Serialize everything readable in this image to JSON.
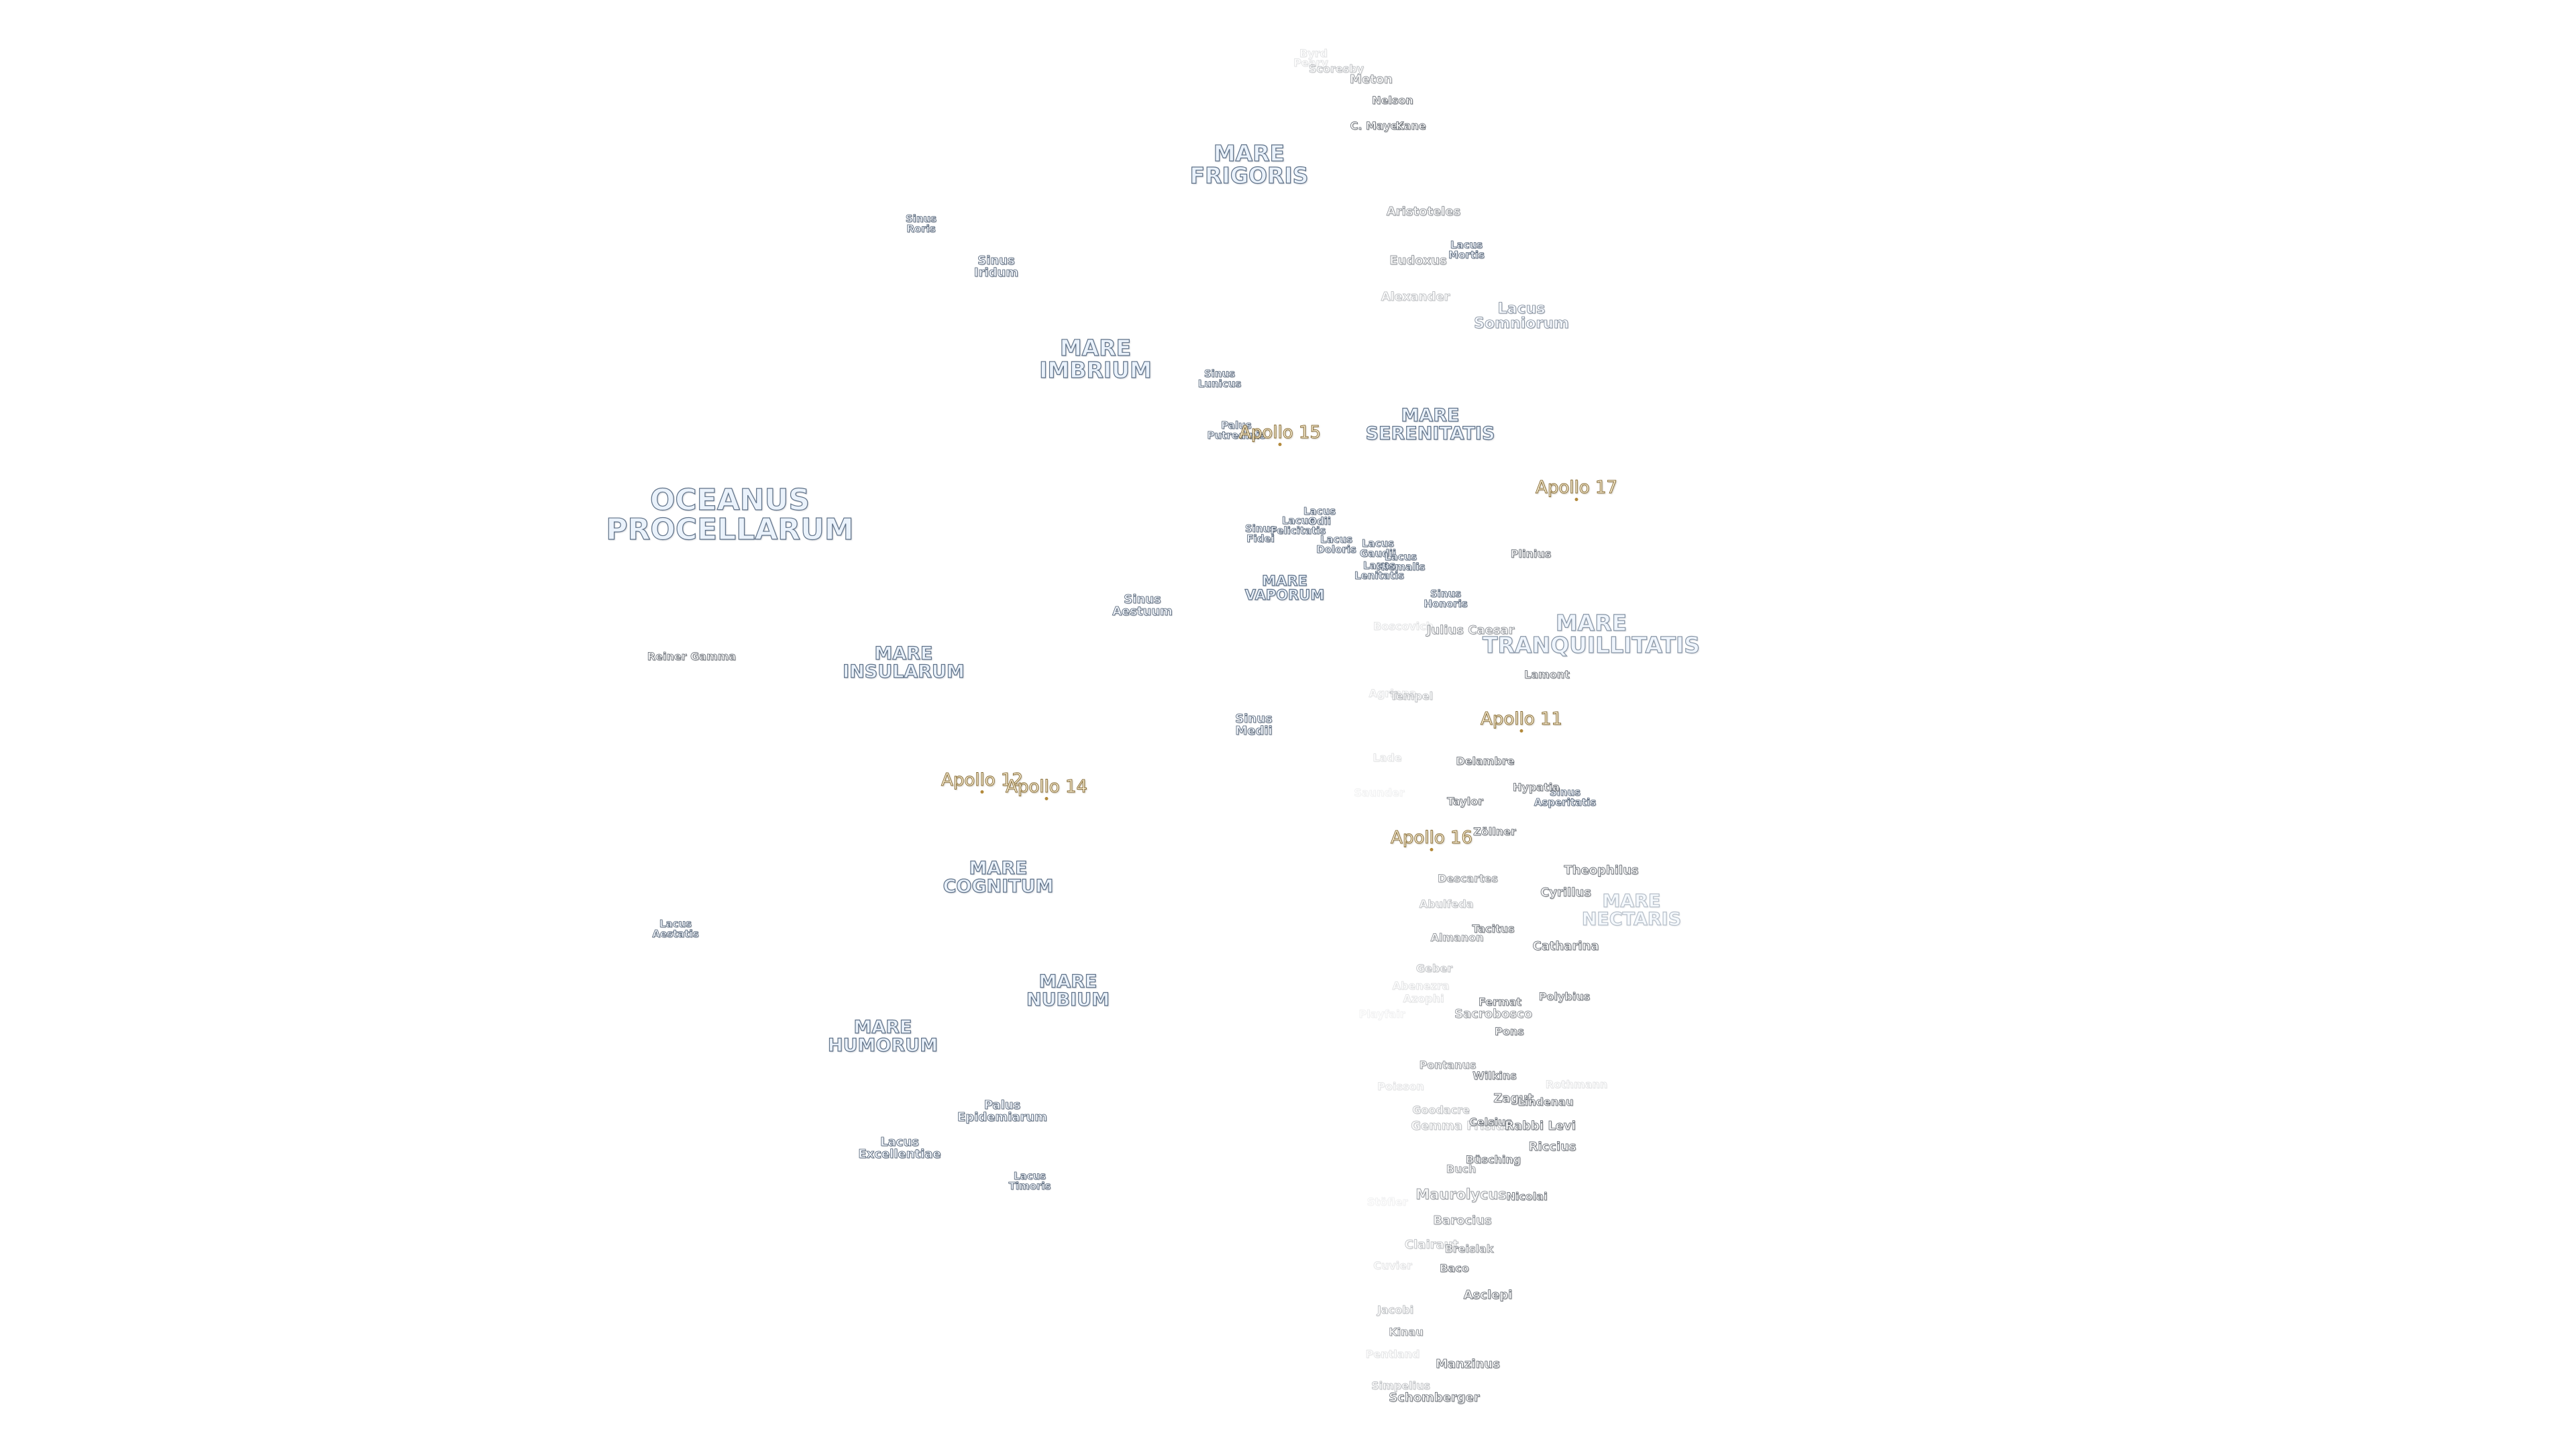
{
  "map": {
    "maria": {
      "oceanus_procellarum": "OCEANUS\nPROCELLARUM",
      "mare_frigoris": "MARE\nFRIGORIS",
      "mare_imbrium": "MARE\nIMBRIUM",
      "mare_serenitatis": "MARE\nSERENITATIS",
      "mare_tranquillitatis": "MARE\nTRANQUILLITATIS",
      "mare_insularum": "MARE\nINSULARUM",
      "mare_vaporum": "MARE\nVAPORUM",
      "mare_cognitum": "MARE\nCOGNITUM",
      "mare_nubium": "MARE\nNUBIUM",
      "mare_humorum": "MARE\nHUMORUM",
      "mare_nectaris": "MARE\nNECTARIS"
    },
    "bays": {
      "sinus_roris": "Sinus\nRoris",
      "sinus_iridum": "Sinus\nIridum",
      "sinus_lunicus": "Sinus\nLunicus",
      "palus_putredinis": "Palus\nPutredinis",
      "lacus_mortis": "Lacus\nMortis",
      "lacus_somniorum": "Lacus\nSomniorum",
      "sinus_aestuum": "Sinus\nAestuum",
      "sinus_fidei": "Sinus\nFidei",
      "lacus_felicitatis": "Lacus\nFelicitatis",
      "lacus_odii": "Lacus\nOdii",
      "lacus_doloris": "Lacus\nDoloris",
      "lacus_gaudii": "Lacus\nGaudii",
      "lacus_hiemalis": "Lacus\nHiemalis",
      "lacus_lenitatis": "Lacus\nLenitatis",
      "sinus_honoris": "Sinus\nHonoris",
      "sinus_medii": "Sinus\nMedii",
      "sinus_asperitatis": "Sinus\nAsperitatis",
      "lacus_aestatis": "Lacus\nAestatis",
      "palus_epidemiarum": "Palus\nEpidemiarum",
      "lacus_excellentiae": "Lacus\nExcellentiae",
      "lacus_timoris": "Lacus\nTimoris"
    },
    "craters": {
      "byrd": "Byrd",
      "peary": "Peary",
      "scoresby": "Scoresby",
      "meton": "Meton",
      "nelson": "Nelson",
      "c_mayer": "C. Mayer",
      "kane": "Kane",
      "aristoteles": "Aristoteles",
      "eudoxus": "Eudoxus",
      "alexander": "Alexander",
      "plinius": "Plinius",
      "boscovich": "Boscovich",
      "julius_caesar": "Julius Caesar",
      "reiner_gamma": "Reiner Gamma",
      "lamont": "Lamont",
      "agrippa": "Agrippa",
      "tempel": "Tempel",
      "delambre": "Delambre",
      "lade": "Lade",
      "hypatia": "Hypatia",
      "taylor": "Taylor",
      "saunder": "Saunder",
      "zollner": "Zöllner",
      "descartes": "Descartes",
      "theophilus": "Theophilus",
      "cyrillus": "Cyrillus",
      "abulfeda": "Abulfeda",
      "tacitus": "Tacitus",
      "almanon": "Almanon",
      "catharina": "Catharina",
      "geber": "Geber",
      "abenezra": "Abenezra",
      "azophi": "Azophi",
      "fermat": "Fermat",
      "sacrobosco": "Sacrobosco",
      "polybius": "Polybius",
      "pons": "Pons",
      "playfair": "Playfair",
      "pontanus": "Pontanus",
      "wilkins": "Wilkins",
      "poisson": "Poisson",
      "rothmann": "Rothmann",
      "zagut": "Zagut",
      "lindenau": "Lindenau",
      "goodacre": "Goodacre",
      "gemma_frisius": "Gemma Frisius",
      "celsius": "Celsius",
      "rabbi_levi": "Rabbi Levi",
      "riccius": "Riccius",
      "busching": "Büsching",
      "buch": "Buch",
      "maurolycus": "Maurolycus",
      "nicolai": "Nicolai",
      "stofler": "Stöfler",
      "barocius": "Barocius",
      "clairaut": "Clairaut",
      "breislak": "Breislak",
      "baco": "Baco",
      "cuvier": "Cuvier",
      "asclepi": "Asclepi",
      "jacobi": "Jacobi",
      "kinau": "Kinau",
      "pentland": "Pentland",
      "manzinus": "Manzinus",
      "simpelius": "Simpelius",
      "schomberger": "Schomberger"
    },
    "apollo": {
      "a11": "Apollo 11",
      "a12": "Apollo 12",
      "a14": "Apollo 14",
      "a15": "Apollo 15",
      "a16": "Apollo 16",
      "a17": "Apollo 17"
    }
  }
}
